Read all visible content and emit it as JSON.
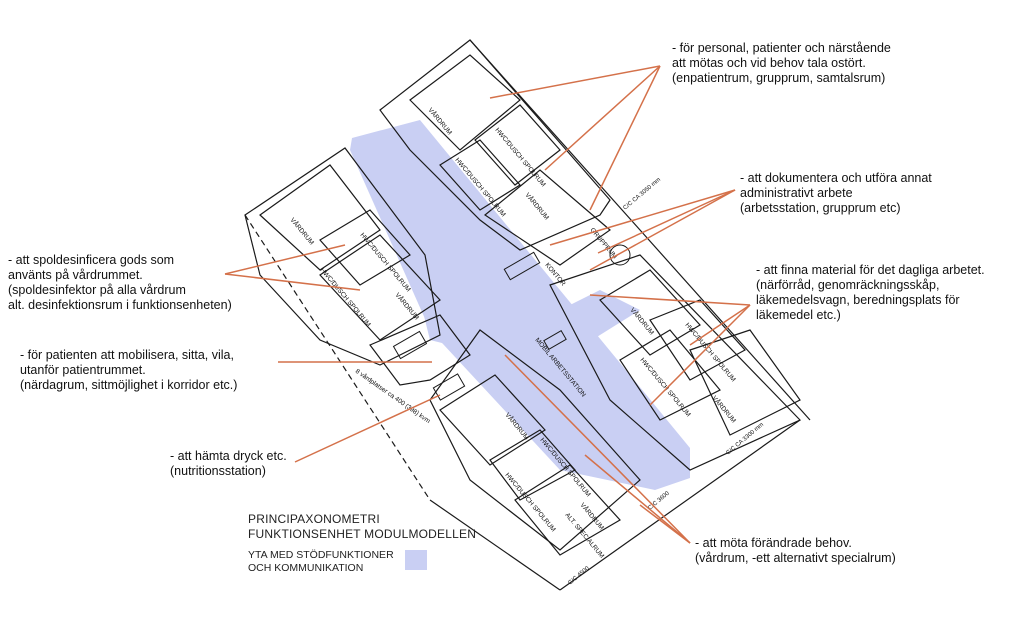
{
  "colors": {
    "support_area": "#c9cff3",
    "leader_line": "#d4714a",
    "wall_stroke": "#1a1a1a"
  },
  "annotations": [
    {
      "id": "meet",
      "lines": [
        "- för personal, patienter och närstående",
        "att mötas och vid behov tala ostört.",
        "(enpatientrum, grupprum, samtalsrum)"
      ]
    },
    {
      "id": "document",
      "lines": [
        "- att dokumentera och utföra annat",
        "administrativt arbete",
        "(arbetsstation, grupprum etc)"
      ]
    },
    {
      "id": "material",
      "lines": [
        "- att finna material för det dagliga arbetet.",
        "(närförråd, genomräckningsskåp,",
        "läkemedelsvagn, beredningsplats för",
        "läkemedel etc.)"
      ]
    },
    {
      "id": "disinfect",
      "lines": [
        "- att spoldesinficera gods som",
        "använts på vårdrummet.",
        "(spoldesinfektor på alla vårdrum",
        "alt. desinfektionsrum i funktionsenheten)"
      ]
    },
    {
      "id": "mobilize",
      "lines": [
        "- för patienten att mobilisera, sitta, vila,",
        "utanför patientrummet.",
        "(närdagrum, sittmöjlighet i korridor etc.)"
      ]
    },
    {
      "id": "drink",
      "lines": [
        "- att hämta dryck etc.",
        "(nutritionsstation)"
      ]
    },
    {
      "id": "needs",
      "lines": [
        "- att möta förändrade behov.",
        "(vårdrum, -ett alternativt specialrum)"
      ]
    }
  ],
  "title": {
    "line1": "PRINCIPAXONOMETRI",
    "line2": "FUNKTIONSENHET MODULMODELLEN"
  },
  "legend": {
    "line1": "YTA MED STÖDFUNKTIONER",
    "line2": "OCH KOMMUNIKATION"
  },
  "room_labels": {
    "vardrum": "VÅRDRUM",
    "hwc": "HWC/DUSCH SPOLRUM",
    "grupprum": "GRUPPRUM",
    "kontor": "KONTOR",
    "arbetsstation": "MOBIL ARBETSSTATION",
    "specialrum": "ALT. SPECIALRUM",
    "dimension_right_top": "C/C CA 3050 mm",
    "dimension_right_bottom": "C/C CA 3300 mm",
    "dimension_bottom": "C/C 4500",
    "dimension_bottom2": "C/C 3600",
    "dimension_left": "8 vårdplatser ca 400 (398) kvm"
  }
}
